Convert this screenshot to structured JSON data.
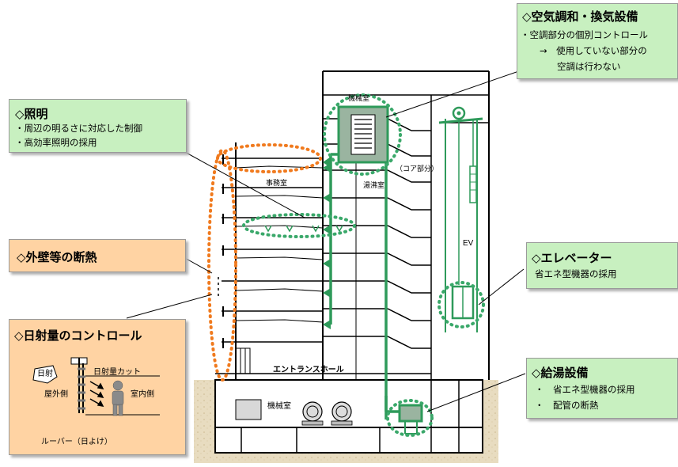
{
  "callouts": {
    "hvac": {
      "title": "◇空気調和・換気設備",
      "line1": "・空調部分の個別コントロール",
      "line2": "→　使用していない部分の",
      "line3": "空調は行わない"
    },
    "lighting": {
      "title": "◇照明",
      "line1": "・周辺の明るさに対応した制御",
      "line2": "・高効率照明の採用"
    },
    "insulation": {
      "title": "◇外壁等の断熱"
    },
    "solar": {
      "title": "◇日射量のコントロール",
      "sun": "日射",
      "cut": "日射量カット",
      "outdoor": "屋外側",
      "indoor": "室内側",
      "louver": "ルーバー（日よけ）"
    },
    "elevator": {
      "title": "◇エレベーター",
      "line1": "省エネ型機器の採用"
    },
    "hotwater": {
      "title": "◇給湯設備",
      "line1": "・　省エネ型機器の採用",
      "line2": "・　配管の断熱"
    }
  },
  "building": {
    "machine_room_top": "機械室",
    "office": "事務室",
    "hot_water_room": "湯沸室",
    "core": "（コア部分）",
    "ev": "EV",
    "entrance": "エントランスホール",
    "machine_room_basement": "機械室"
  },
  "colors": {
    "green_callout": "#c8f0c0",
    "orange_callout": "#ffd3a3",
    "equipment_green": "#2e9a5a",
    "highlight_green_dots": "#3aa86a",
    "orange_dots": "#f07a1e",
    "ground": "#e8dcc0"
  }
}
